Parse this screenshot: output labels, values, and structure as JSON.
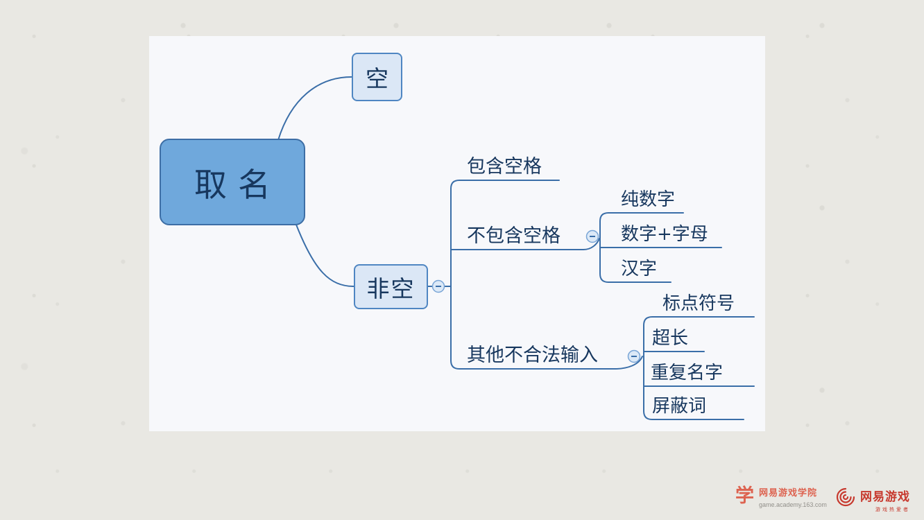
{
  "mindmap": {
    "nodes": {
      "root": "取名",
      "empty": "空",
      "nonEmpty": "非空",
      "containsSpace": "包含空格",
      "noSpace": "不包含空格",
      "pureDigits": "纯数字",
      "digitsLetters": "数字+字母",
      "hanzi": "汉字",
      "otherInvalid": "其他不合法输入",
      "punctuation": "标点符号",
      "tooLong": "超长",
      "duplicateName": "重复名字",
      "blockedWord": "屏蔽词"
    }
  },
  "footer": {
    "academy": {
      "icon_glyph": "学",
      "name": "网易游戏学院",
      "url": "game.academy.163.com"
    },
    "netease": {
      "name": "网易游戏",
      "slogan": "游戏热爱者"
    }
  },
  "colors": {
    "root_fill": "#6fa8dc",
    "node_fill": "#dbe7f6",
    "node_border": "#4f86c2",
    "line": "#3a6ea8",
    "text": "#17375e",
    "canvas_bg": "#f7f8fb",
    "page_bg": "#e9e8e3",
    "academy_red": "#dd6350",
    "netease_red": "#c7392e"
  }
}
